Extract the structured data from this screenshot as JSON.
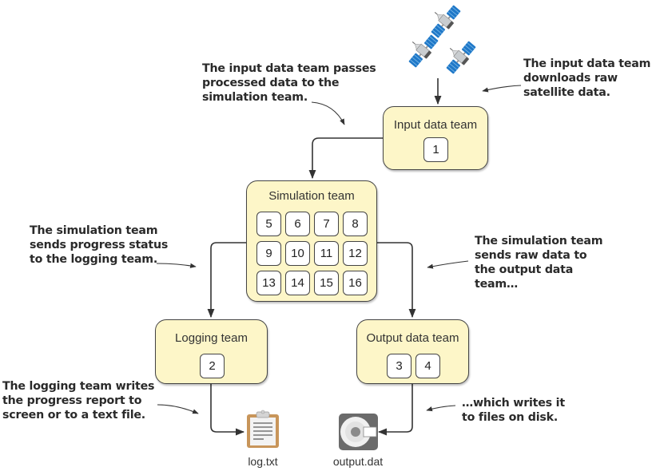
{
  "teams": {
    "input": {
      "title": "Input data team",
      "members": [
        "1"
      ]
    },
    "simulation": {
      "title": "Simulation team",
      "members": [
        "5",
        "6",
        "7",
        "8",
        "9",
        "10",
        "11",
        "12",
        "13",
        "14",
        "15",
        "16"
      ]
    },
    "logging": {
      "title": "Logging team",
      "members": [
        "2"
      ]
    },
    "output": {
      "title": "Output data team",
      "members": [
        "3",
        "4"
      ]
    }
  },
  "files": {
    "log": {
      "label": "log.txt",
      "icon": "clipboard-icon"
    },
    "output": {
      "label": "output.dat",
      "icon": "disk-icon"
    }
  },
  "source": {
    "icon": "satellite-icon",
    "count": 3
  },
  "annotations": {
    "input_passes": "The input data team passes\nprocessed data to the\nsimulation team.",
    "input_downloads": "The input data team\ndownloads raw\nsatellite data.",
    "sim_to_logging": "The simulation team\nsends progress status\nto the logging team.",
    "sim_to_output": "The simulation team\nsends raw data to\nthe output data\nteam…",
    "logging_writes": "The logging team writes\nthe progress report to\nscreen or to a text file.",
    "output_writes": "…which writes it\nto files on disk."
  },
  "colors": {
    "team_fill": "#fdf6c8",
    "outline": "#444444",
    "satellite_panel": "#1f78c8",
    "clipboard": "#c8955a",
    "disk": "#6b6b6b"
  }
}
